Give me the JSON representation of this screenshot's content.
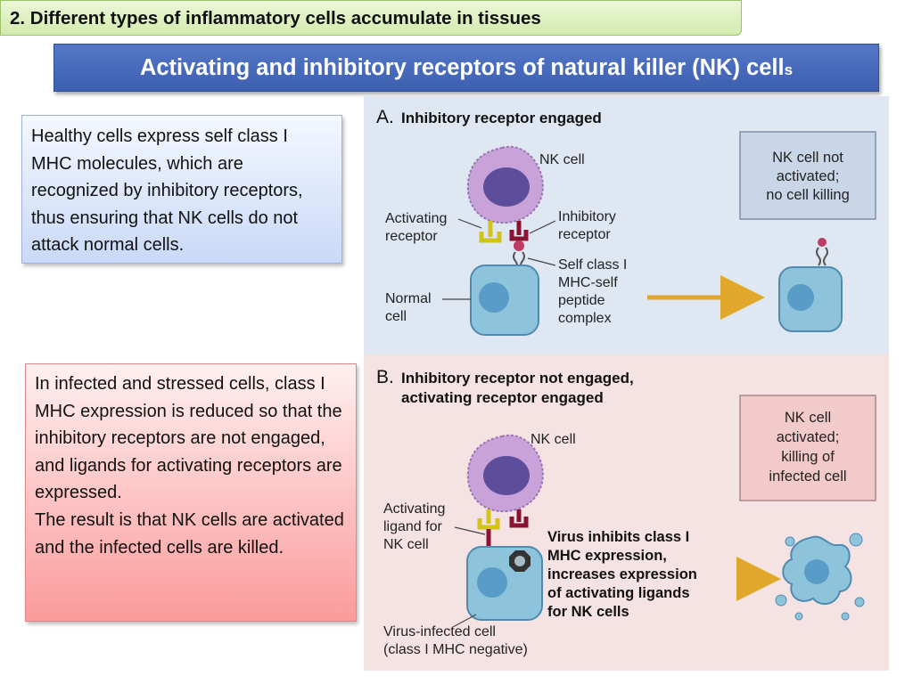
{
  "section_title": "2. Different types of inflammatory cells accumulate in tissues",
  "slide_title": {
    "main": "Activating and inhibitory receptors of natural killer (NK) cell",
    "tail": "s"
  },
  "notes": {
    "healthy": "Healthy cells express self class I MHC molecules, which are recognized by inhibitory receptors, thus ensuring that NK cells do not attack normal cells.",
    "infected_1": "In infected and stressed cells, class I MHC expression is reduced so that the inhibitory receptors are not engaged, and ligands for activating receptors are expressed.",
    "infected_2": "The result is that NK cells are activated and the infected cells are killed."
  },
  "figure": {
    "panel_a": {
      "letter": "A.",
      "title": "Inhibitory receptor engaged",
      "nk_cell": "NK cell",
      "activating_receptor": [
        "Activating",
        "receptor"
      ],
      "inhibitory_receptor": [
        "Inhibitory",
        "receptor"
      ],
      "self_mhc": [
        "Self class I",
        "MHC-self",
        "peptide",
        "complex"
      ],
      "normal_cell": [
        "Normal",
        "cell"
      ],
      "outcome": [
        "NK cell not",
        "activated;",
        "no cell killing"
      ]
    },
    "panel_b": {
      "letter": "B.",
      "title": [
        "Inhibitory receptor not engaged,",
        "activating receptor engaged"
      ],
      "nk_cell": "NK cell",
      "activating_ligand": [
        "Activating",
        "ligand for",
        "NK cell"
      ],
      "virus_note": [
        "Virus inhibits class I",
        "MHC expression,",
        "increases expression",
        "of activating ligands",
        "for NK cells"
      ],
      "infected_cell": [
        "Virus-infected cell",
        "(class I MHC negative)"
      ],
      "outcome": [
        "NK cell",
        "activated;",
        "killing of",
        "infected cell"
      ]
    },
    "colors": {
      "panel_a_bg": "#dfe7f2",
      "panel_b_bg": "#f5e3e3",
      "target_cell": "#8ec3dc",
      "nucleus": "#5a9cc8",
      "nk_cytoplasm": "#c8a2d8",
      "nk_nucleus": "#5d4d9a",
      "activating": "#d4c21c",
      "inhibitory": "#8c1233",
      "arrow": "#e0a72b"
    }
  }
}
